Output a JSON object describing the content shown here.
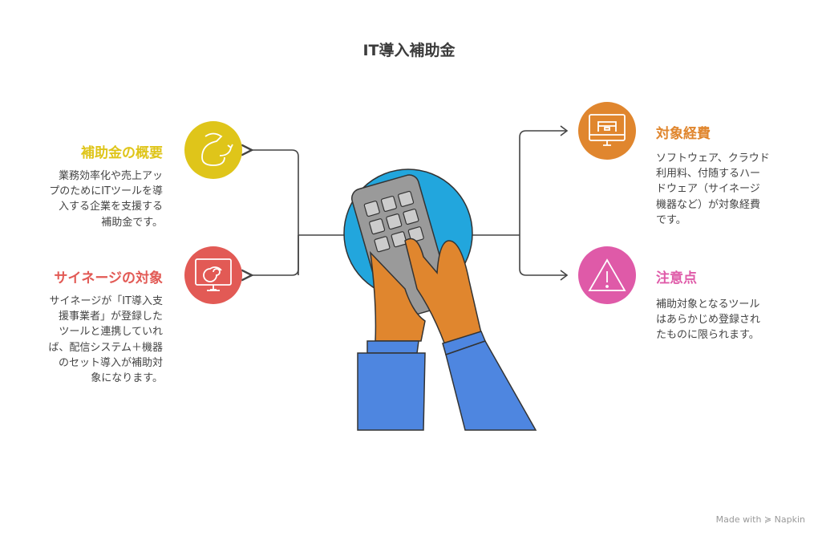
{
  "title": "IT導入補助金",
  "colors": {
    "yellow": "#dfc51a",
    "red": "#e25a55",
    "orange": "#e0862e",
    "pink": "#df5aa8",
    "blue": "#22a6dd",
    "sleeve": "#4e86e0",
    "hand": "#e0862e",
    "calc": "#9a9a9a"
  },
  "sections": [
    {
      "heading": "補助金の概要",
      "icon": "money-bag-icon",
      "lines": [
        "業務効率化や売上アッ",
        "プのためにITツールを導",
        "入する企業を支援する",
        "補助金です。"
      ]
    },
    {
      "heading": "サイネージの対象",
      "icon": "monitor-swirl-icon",
      "lines": [
        "サイネージが「IT導入支",
        "援事業者」が登録した",
        "ツールと連携していれ",
        "ば、配信システム＋機器",
        "のセット導入が補助対",
        "象になります。"
      ]
    },
    {
      "heading": "対象経費",
      "icon": "monitor-box-icon",
      "lines": [
        "ソフトウェア、クラウド",
        "利用料、付随するハー",
        "ドウェア（サイネージ",
        "機器など）が対象経費",
        "です。"
      ]
    },
    {
      "heading": "注意点",
      "icon": "warning-icon",
      "lines": [
        "補助対象となるツール",
        "はあらかじめ登録され",
        "たものに限られます。"
      ]
    }
  ],
  "credit": "Made with ≽ Napkin"
}
